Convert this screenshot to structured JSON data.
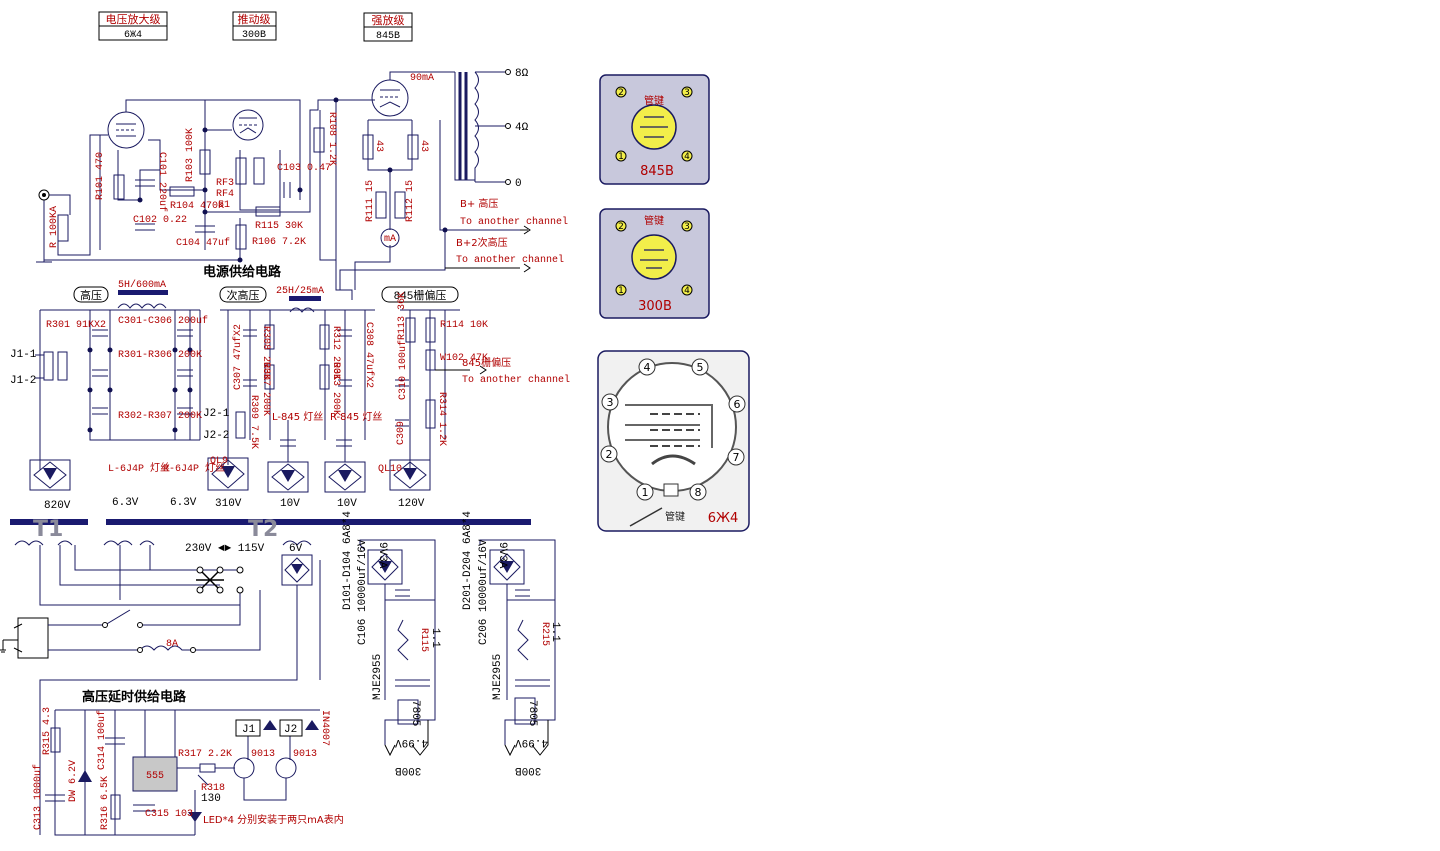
{
  "stages": {
    "voltage_amp": {
      "title": "电压放大级",
      "tube": "6Ж4"
    },
    "driver": {
      "title": "推动级",
      "tube": "300B"
    },
    "power": {
      "title": "强放级",
      "tube": "845B"
    }
  },
  "headings": {
    "power_supply": "电源供给电路",
    "hv_delay": "高压延时供给电路"
  },
  "output": {
    "taps": [
      "8Ω",
      "4Ω",
      "0"
    ],
    "current": "90mA"
  },
  "bplus": {
    "hv_label": "B+ 高压",
    "hv_note": "To another channel",
    "sec_label": "B+2次高压",
    "sec_note": "To another channel",
    "bias_label": "845栅偏压",
    "bias_note": "To another channel"
  },
  "sections": {
    "hv": "高压",
    "sec_hv": "次高压",
    "bias": "845栅偏压",
    "choke1": "5H/600mA",
    "choke2": "25H/25mA"
  },
  "amp_labels": [
    "R101 470",
    "C101 220uf",
    "R104 470K",
    "R103 100K",
    "C102 0.22",
    "C104 47uf",
    "RF3",
    "RF4",
    "51",
    "C103 0.47",
    "R115 30K",
    "R106 7.2K",
    "R108 1.2K",
    "R111 15",
    "R112 15",
    "43",
    "43",
    "R 100KA",
    "mA"
  ],
  "psu_labels": [
    "R301 91KX2",
    "C301-C306 200uf",
    "R301-R306 200K",
    "R302-R307 200K",
    "C307 47ufX2",
    "R308 200K",
    "R307 200K",
    "R312 200K",
    "R313 200K",
    "C308 47ufX2",
    "R309 7.5K",
    "R113 36K",
    "R114 10K",
    "W102 47K",
    "C310 100uf",
    "C309",
    "R314 1.2K",
    "L-845 灯丝",
    "R-845 灯丝",
    "QL9",
    "QL10",
    "J1-1",
    "J1-2",
    "J2-1",
    "J2-2"
  ],
  "rail_voltages": [
    "820V",
    "6.3V",
    "6.3V",
    "310V",
    "10V",
    "10V",
    "120V"
  ],
  "heater_labels": [
    "L-6J4P 灯丝",
    "R-6J4P 灯丝"
  ],
  "transformers": {
    "t1": "T1",
    "t2": "T2",
    "switch": "230V ◄► 115V",
    "sec6v": "6V",
    "fuse": "8A"
  },
  "filament_supplies": [
    {
      "diodes": "D101-D104 6A8*4",
      "cap": "C106 10000uf/16V",
      "res": "R115",
      "rv": "1.1",
      "reg": "7805",
      "trans": "MJE2955",
      "ac": "9V3A",
      "out": "4.99V",
      "tube": "300B"
    },
    {
      "diodes": "D201-D204 6A8*4",
      "cap": "C206 10000uf/16V",
      "res": "R215",
      "rv": "1.1",
      "reg": "7805",
      "trans": "MJE2955",
      "ac": "9V3A",
      "out": "4.99V",
      "tube": "300B"
    }
  ],
  "delay_labels": [
    "R315 4.3",
    "C313 1000uf",
    "DW 6.2V",
    "C314 100uf",
    "R316 6.5K",
    "555",
    "C315 103",
    "R317 2.2K",
    "R318",
    "130",
    "9013",
    "9013",
    "J1",
    "J2",
    "IN4007",
    "LED*4 分别安装于两只mA表内"
  ],
  "pinouts": [
    {
      "tube": "845B",
      "key": "管键"
    },
    {
      "tube": "300B",
      "key": "管键"
    },
    {
      "tube": "6Ж4",
      "key": "管键"
    }
  ],
  "colors": {
    "wire": "#1a1a60",
    "label": "#b00000",
    "card": "#c8c8dc",
    "tube_fill": "#f2ee4a",
    "bar": "#1a1a70"
  }
}
